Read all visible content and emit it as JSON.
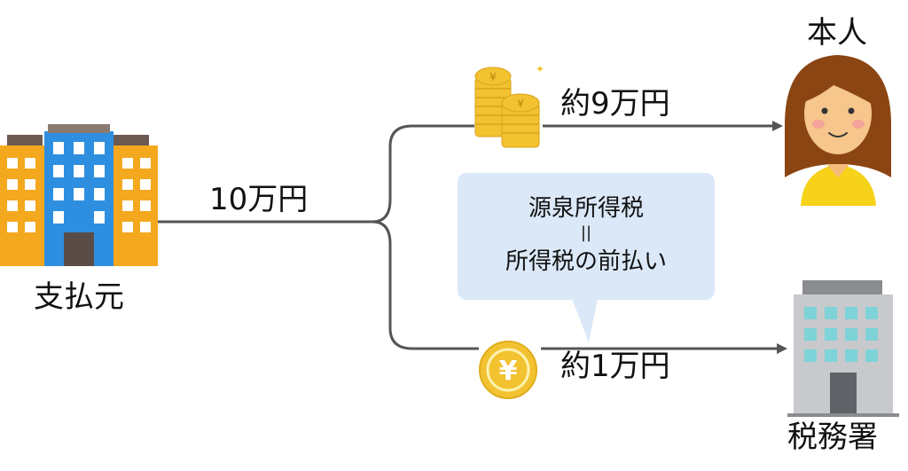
{
  "payer": {
    "label": "支払元"
  },
  "recipient": {
    "label": "本人"
  },
  "tax_office": {
    "label": "税務署"
  },
  "flows": {
    "total": {
      "amount": "10万円"
    },
    "to_recipient": {
      "amount": "約9万円"
    },
    "to_tax_office": {
      "amount": "約1万円"
    }
  },
  "note": {
    "line1": "源泉所得税",
    "equals": "||",
    "line2": "所得税の前払い"
  },
  "colors": {
    "line": "#555555",
    "coin": "#f2c230",
    "bubble": "#dbe8f8",
    "payer_building": "#f3a81e",
    "payer_center": "#2e8fe0",
    "person_shirt": "#f7d21a",
    "tax_building": "#c7c9cc"
  }
}
